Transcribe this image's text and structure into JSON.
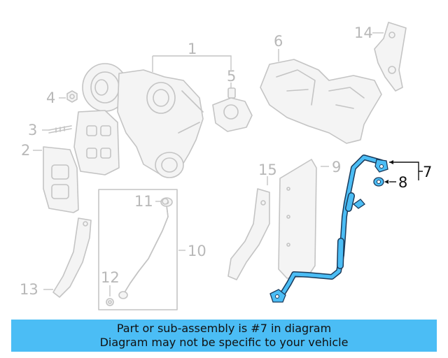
{
  "diagram": {
    "callouts": [
      {
        "id": "1",
        "label": "1"
      },
      {
        "id": "2",
        "label": "2"
      },
      {
        "id": "3",
        "label": "3"
      },
      {
        "id": "4",
        "label": "4"
      },
      {
        "id": "5",
        "label": "5"
      },
      {
        "id": "6",
        "label": "6"
      },
      {
        "id": "7",
        "label": "7"
      },
      {
        "id": "8",
        "label": "8"
      },
      {
        "id": "9",
        "label": "9"
      },
      {
        "id": "10",
        "label": "10"
      },
      {
        "id": "11",
        "label": "11"
      },
      {
        "id": "12",
        "label": "12"
      },
      {
        "id": "13",
        "label": "13"
      },
      {
        "id": "14",
        "label": "14"
      },
      {
        "id": "15",
        "label": "15"
      }
    ],
    "highlighted_part": "7",
    "colors": {
      "highlight_fill": "#4bbdf5",
      "highlight_stroke": "#1a3a5a",
      "ghost_stroke": "#c4c4c4",
      "banner_bg": "#4bbdf5"
    }
  },
  "banner": {
    "line1": "Part or sub-assembly is #7 in diagram",
    "line2": "Diagram may not be specific to your vehicle"
  }
}
